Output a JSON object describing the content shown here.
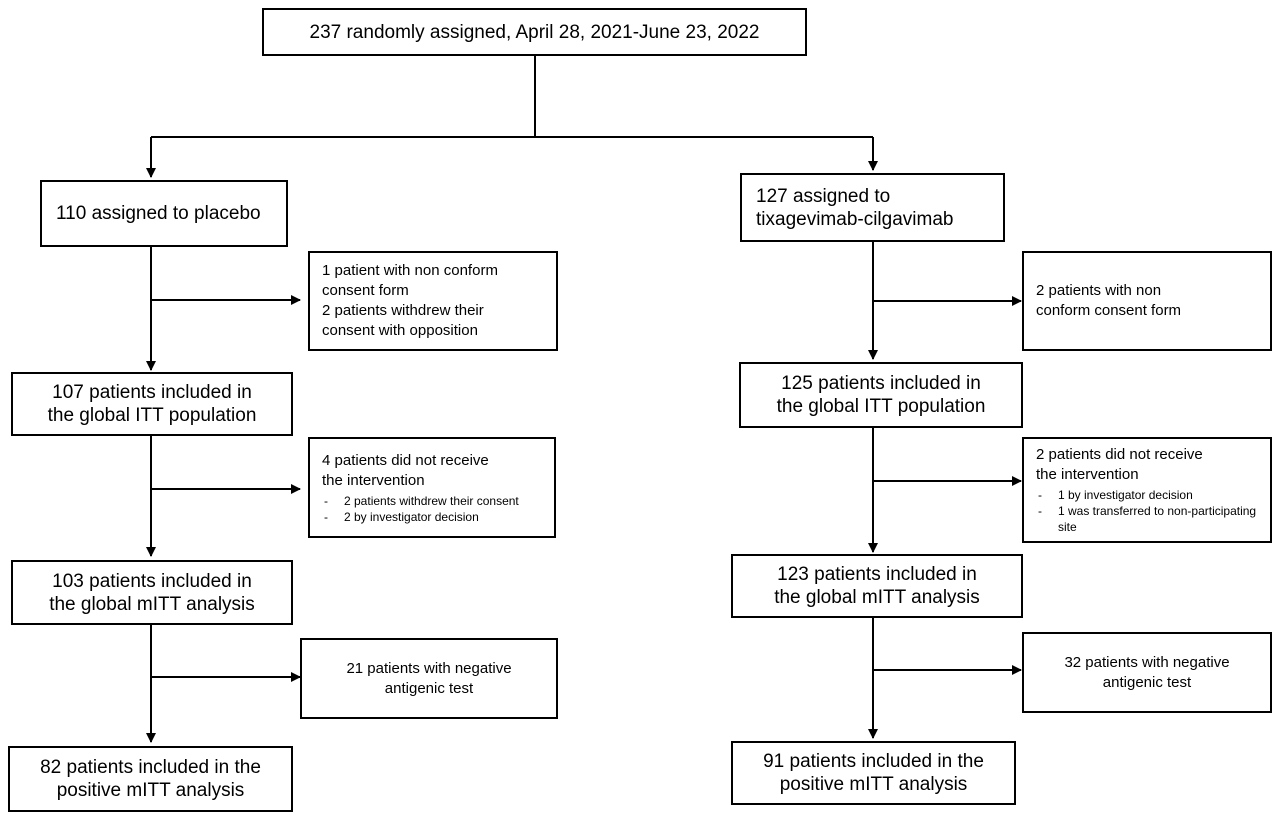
{
  "top": {
    "lines": [
      "237 randomly assigned, April 28, 2021-June 23, 2022"
    ]
  },
  "left": {
    "assigned": {
      "lines": [
        "110 assigned to placebo"
      ]
    },
    "exclusion1": {
      "lines": [
        "1 patient with non conform",
        "consent form",
        "2 patients withdrew their",
        "consent with opposition"
      ]
    },
    "itt": {
      "lines": [
        "107 patients included in",
        "the global ITT population"
      ]
    },
    "exclusion2": {
      "lines": [
        "4 patients did not receive",
        "the intervention"
      ],
      "subitems": [
        "2 patients withdrew their consent",
        "2 by investigator decision"
      ]
    },
    "mitt": {
      "lines": [
        "103 patients included in",
        "the global mITT analysis"
      ]
    },
    "exclusion3": {
      "lines": [
        "21 patients with negative",
        "antigenic test"
      ]
    },
    "positive": {
      "lines": [
        "82 patients included in the",
        "positive mITT analysis"
      ]
    }
  },
  "right": {
    "assigned": {
      "lines": [
        "127 assigned to",
        "tixagevimab-cilgavimab"
      ]
    },
    "exclusion1": {
      "lines": [
        "2 patients with non",
        "conform consent form"
      ]
    },
    "itt": {
      "lines": [
        "125 patients included in",
        "the global ITT population"
      ]
    },
    "exclusion2": {
      "lines": [
        "2 patients did not receive",
        "the intervention"
      ],
      "subitems": [
        "1 by investigator decision",
        "1 was transferred to non-participating site"
      ]
    },
    "mitt": {
      "lines": [
        "123 patients included in",
        "the global mITT analysis"
      ]
    },
    "exclusion3": {
      "lines": [
        "32 patients with negative",
        "antigenic test"
      ]
    },
    "positive": {
      "lines": [
        "91 patients included in the",
        "positive mITT analysis"
      ]
    }
  }
}
